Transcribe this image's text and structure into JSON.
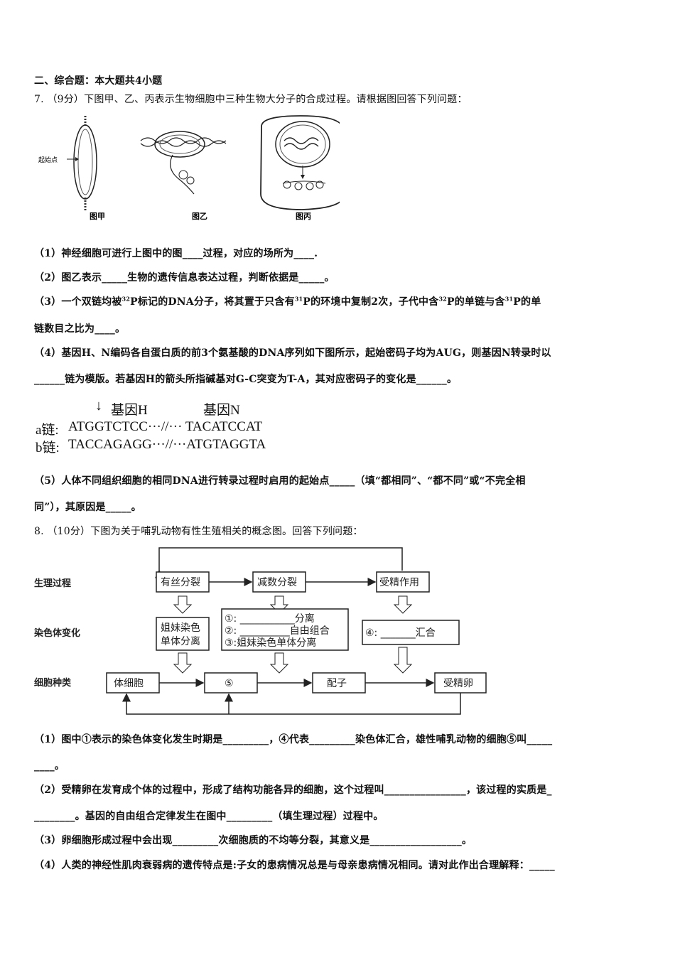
{
  "section_title": "二、综合题：本大题共4小题",
  "q7": {
    "stem": "7. （9分）下图甲、乙、丙表示生物细胞中三种生物大分子的合成过程。请根据图回答下列问题：",
    "fig_labels": {
      "jia": "图甲",
      "yi": "图乙",
      "bing": "图丙",
      "origin": "起始点"
    },
    "p1": "（1）神经细胞可进行上图中的图____过程，对应的场所为____.",
    "p2": "（2）图乙表示_____生物的遗传信息表达过程，判断依据是_____。",
    "p3a_1": "（3）一个双链均被",
    "p3a_2": "P标记的DNA分子，将其置于只含有",
    "p3a_3": "P的环境中复制2次，子代中含",
    "p3a_4": "P的单链与含",
    "p3a_5": "P的单",
    "sup32": "32",
    "sup31": "31",
    "p3b": "链数目之比为____。",
    "p4a": "（4）基因H、N编码各自蛋白质的前3个氨基酸的DNA序列如下图所示，起始密码子均为AUG，则基因N转录时以",
    "p4b": "______链为模版。若基因H的箭头所指碱基对G-C突变为T-A，其对应密码子的变化是______。",
    "dna": {
      "arrow": "↓",
      "gene_h": "基因H",
      "gene_n": "基因N",
      "a_label": "a链:",
      "a_seq": "ATGGTCTCC···//··· TACATCCAT",
      "b_label": "b链:",
      "b_seq": "TACCAGAGG···//···ATGTAGGTA"
    },
    "p5a": "（5）人体不同组织细胞的相同DNA进行转录过程时启用的起始点_____（填“都相同”、“都不同”或“不完全相",
    "p5b": "同”），其原因是_____。"
  },
  "q8": {
    "stem": "8. （10分）下图为关于哺乳动物有性生殖相关的概念图。回答下列问题：",
    "diagram": {
      "row1": "生理过程",
      "row2": "染色体变化",
      "row3": "细胞种类",
      "mitosis": "有丝分裂",
      "meiosis": "减数分裂",
      "fertilization": "受精作用",
      "sister1": "姐妹染色",
      "sister2": "单体分离",
      "m1": "①: ___________分离",
      "m2": "②: __________自由组合",
      "m3": "③:姐妹染色单体分离",
      "m4": "④: _______汇合",
      "somatic": "体细胞",
      "five": "⑤",
      "gamete": "配子",
      "zygote": "受精卵"
    },
    "p1a": "（1）图中①表示的染色体变化发生时期是_________，④代表_________染色体汇合，雄性哺乳动物的细胞⑤叫_____",
    "p1b": "____。",
    "p2a": "（2）受精卵在发育成个体的过程中，形成了结构功能各异的细胞，这个过程叫________________，该过程的实质是_",
    "p2b": "________。基因的自由组合定律发生在图中_________（填生理过程）过程中。",
    "p3": "（3）卵细胞形成过程中会出现_________次细胞质的不均等分裂，其意义是__________________。",
    "p4": "（4）人类的神经性肌肉衰弱病的遗传特点是:子女的患病情况总是与母亲患病情况相同。请对此作出合理解释：_____"
  }
}
